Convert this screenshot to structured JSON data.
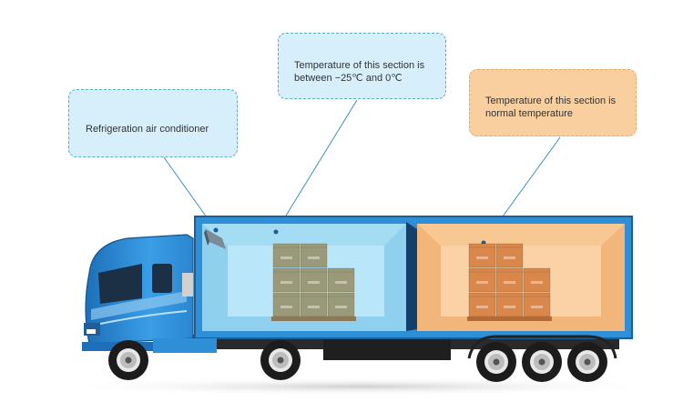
{
  "callouts": {
    "air_conditioner": "Refrigeration air conditioner",
    "frozen_section": "Temperature of this section is between −25℃ and 0℃",
    "normal_section": "Temperature of this section is normal temperature"
  },
  "colors": {
    "callout_blue": "#d6effa",
    "callout_orange": "#f9cf9f",
    "truck_blue": "#2f8fd6",
    "frozen_compartment": "#a9def4",
    "normal_compartment": "#f7c48f",
    "frozen_boxes": "#9a9a7a",
    "normal_boxes": "#d9874a"
  },
  "icons": [
    "truck-illustration",
    "air-conditioner-unit",
    "cargo-box",
    "wheel"
  ]
}
